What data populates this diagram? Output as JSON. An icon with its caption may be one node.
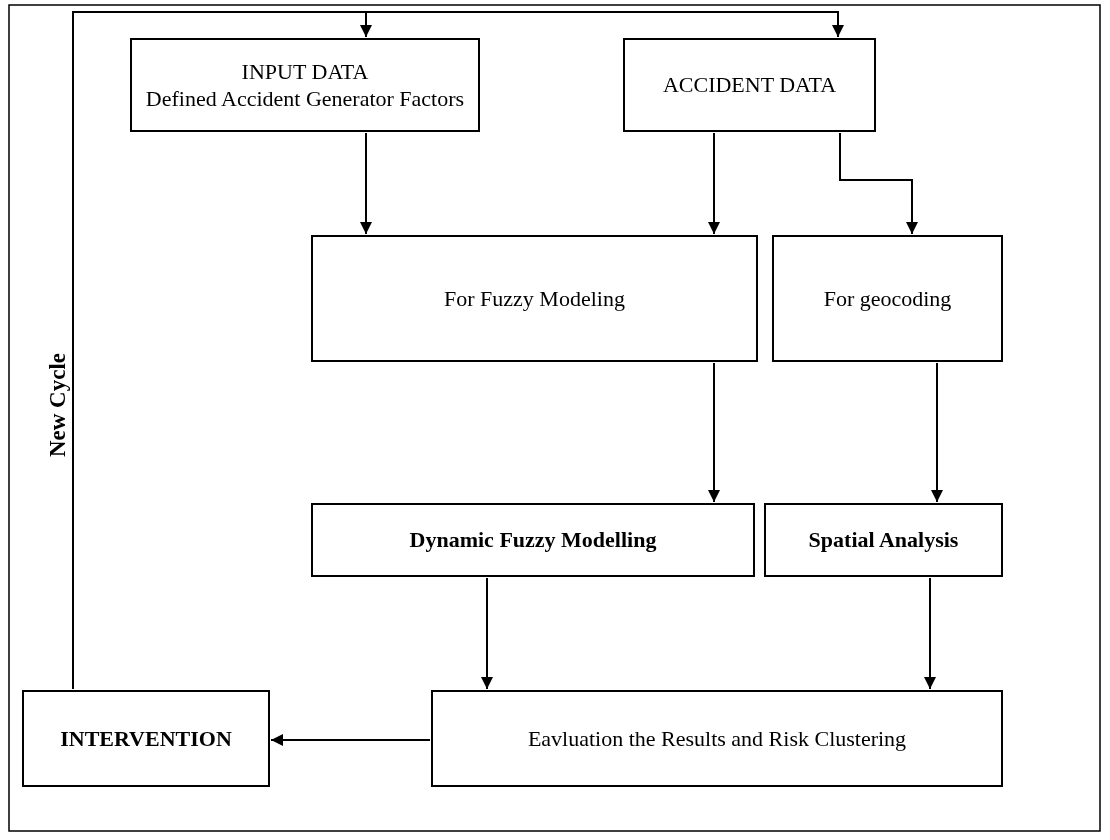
{
  "diagram": {
    "nodes": [
      {
        "text": [
          "INPUT DATA",
          "Defined Accident Generator Factors"
        ]
      },
      {
        "text": [
          "ACCIDENT DATA"
        ]
      },
      {
        "text": [
          "For Fuzzy Modeling"
        ]
      },
      {
        "text": [
          "For geocoding"
        ]
      },
      {
        "text": [
          "Dynamic Fuzzy Modelling"
        ]
      },
      {
        "text": [
          "Spatial Analysis"
        ]
      },
      {
        "text": [
          "INTERVENTION"
        ]
      },
      {
        "text": [
          "Eavluation the Results and Risk Clustering"
        ]
      }
    ],
    "edges": [
      {
        "from": 0,
        "to": 2,
        "arrow": "to"
      },
      {
        "from": 1,
        "to": 2,
        "arrow": "to"
      },
      {
        "from": 1,
        "to": 3,
        "arrow": "to"
      },
      {
        "from": 2,
        "to": 4,
        "arrow": "to"
      },
      {
        "from": 3,
        "to": 5,
        "arrow": "to"
      },
      {
        "from": 4,
        "to": 7,
        "arrow": "to"
      },
      {
        "from": 5,
        "to": 7,
        "arrow": "to"
      },
      {
        "from": 7,
        "to": 6,
        "arrow": "to"
      },
      {
        "from": 6,
        "to": 0,
        "arrow": "to",
        "label": "New Cycle"
      },
      {
        "from": 6,
        "to": 1,
        "arrow": "to"
      }
    ]
  }
}
